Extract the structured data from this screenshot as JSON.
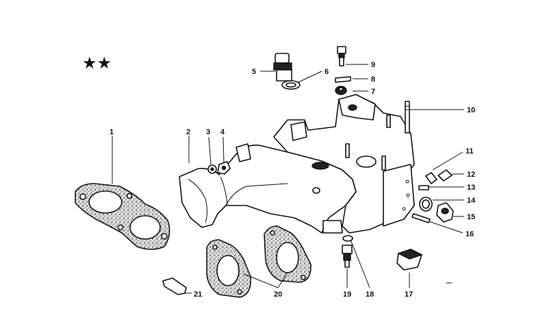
{
  "markers": "★★",
  "labels": [
    {
      "id": "1",
      "text": "1"
    },
    {
      "id": "2",
      "text": "2"
    },
    {
      "id": "3",
      "text": "3"
    },
    {
      "id": "4",
      "text": "4"
    },
    {
      "id": "5",
      "text": "5"
    },
    {
      "id": "6",
      "text": "6"
    },
    {
      "id": "7",
      "text": "7"
    },
    {
      "id": "8",
      "text": "8"
    },
    {
      "id": "9",
      "text": "9"
    },
    {
      "id": "10",
      "text": "10"
    },
    {
      "id": "11",
      "text": "11"
    },
    {
      "id": "12",
      "text": "12"
    },
    {
      "id": "13",
      "text": "13"
    },
    {
      "id": "14",
      "text": "14"
    },
    {
      "id": "15",
      "text": "15"
    },
    {
      "id": "16",
      "text": "16"
    },
    {
      "id": "17",
      "text": "17"
    },
    {
      "id": "18",
      "text": "18"
    },
    {
      "id": "19",
      "text": "19"
    },
    {
      "id": "20",
      "text": "20"
    },
    {
      "id": "21",
      "text": "21"
    }
  ]
}
